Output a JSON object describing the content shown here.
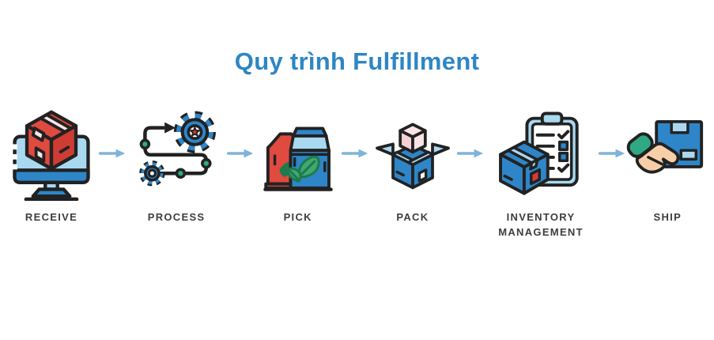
{
  "title": "Quy trình Fulfillment",
  "flow": {
    "arrow_icon": "flow-arrow-icon",
    "steps": [
      {
        "label": "RECEIVE",
        "icon": "monitor-package-icon"
      },
      {
        "label": "PROCESS",
        "icon": "workflow-gears-icon"
      },
      {
        "label": "PICK",
        "icon": "grocery-packages-icon"
      },
      {
        "label": "PACK",
        "icon": "open-box-cube-icon"
      },
      {
        "label": "INVENTORY MANAGEMENT",
        "icon": "box-checklist-icon"
      },
      {
        "label": "SHIP",
        "icon": "hand-delivering-box-icon"
      }
    ]
  },
  "colors": {
    "title": "#2e86c4",
    "label": "#3d3d3d",
    "arrow": "#7fb3d9",
    "outline": "#222222",
    "blue": "#2e86c8",
    "light_blue": "#a9d9f0",
    "red": "#e04a3f",
    "dark_red": "#cf3c33",
    "pink": "#f6d0d4",
    "pink_light": "#fbe4e7",
    "green": "#2fa884",
    "leaf": "#3eaa71",
    "leaf_dark": "#1f7a4d",
    "skin": "#f6cfa9",
    "background": "#ffffff"
  }
}
